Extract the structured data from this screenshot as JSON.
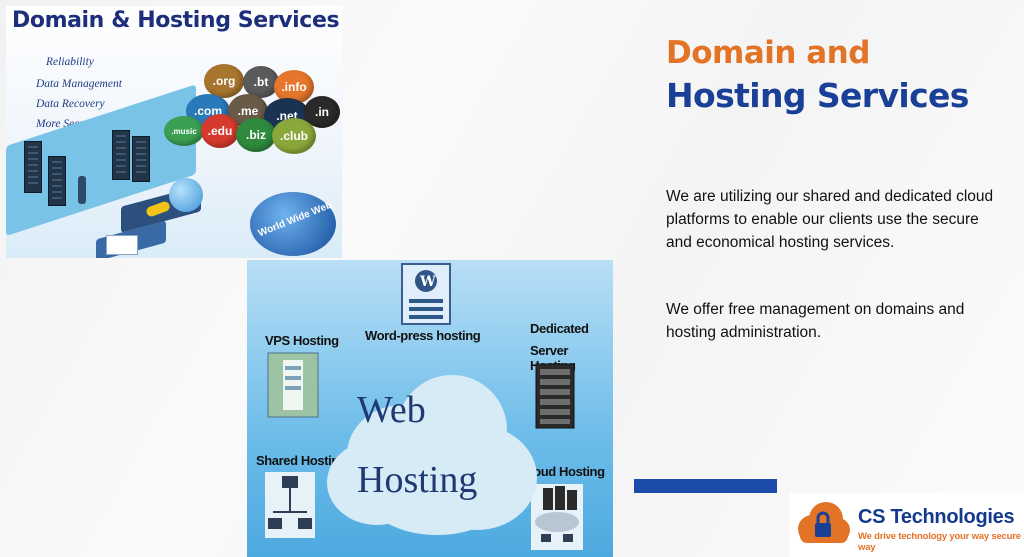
{
  "domain_image": {
    "title": "Domain & Hosting Services",
    "features": [
      "Reliability",
      "Data Management",
      "Data Recovery",
      "More Security"
    ],
    "tlds": [
      ".org",
      ".bt",
      ".info",
      ".com",
      ".me",
      ".net",
      ".in",
      ".music",
      ".edu",
      ".biz",
      ".club"
    ],
    "globe_label": "World Wide Web"
  },
  "hosting_image": {
    "center_line1": "Web",
    "center_line2": "Hosting",
    "vps": "VPS Hosting",
    "wordpress": "Word-press hosting",
    "dedicated_line1": "Dedicated",
    "dedicated_line2": "Server Hosting",
    "shared": "Shared Hosting",
    "cloud": "Cloud Hosting"
  },
  "heading": {
    "line1": "Domain and",
    "line2": "Hosting Services"
  },
  "paragraphs": [
    "We are utilizing our shared and dedicated cloud platforms to enable our clients use the secure and economical hosting services.",
    "We offer free management on domains and hosting administration."
  ],
  "logo": {
    "name": "CS Technologies",
    "tagline": "We drive technology your way secure way"
  },
  "colors": {
    "accent_orange": "#e27327",
    "brand_blue": "#1a3f97",
    "bar_blue": "#1c4ba9"
  }
}
